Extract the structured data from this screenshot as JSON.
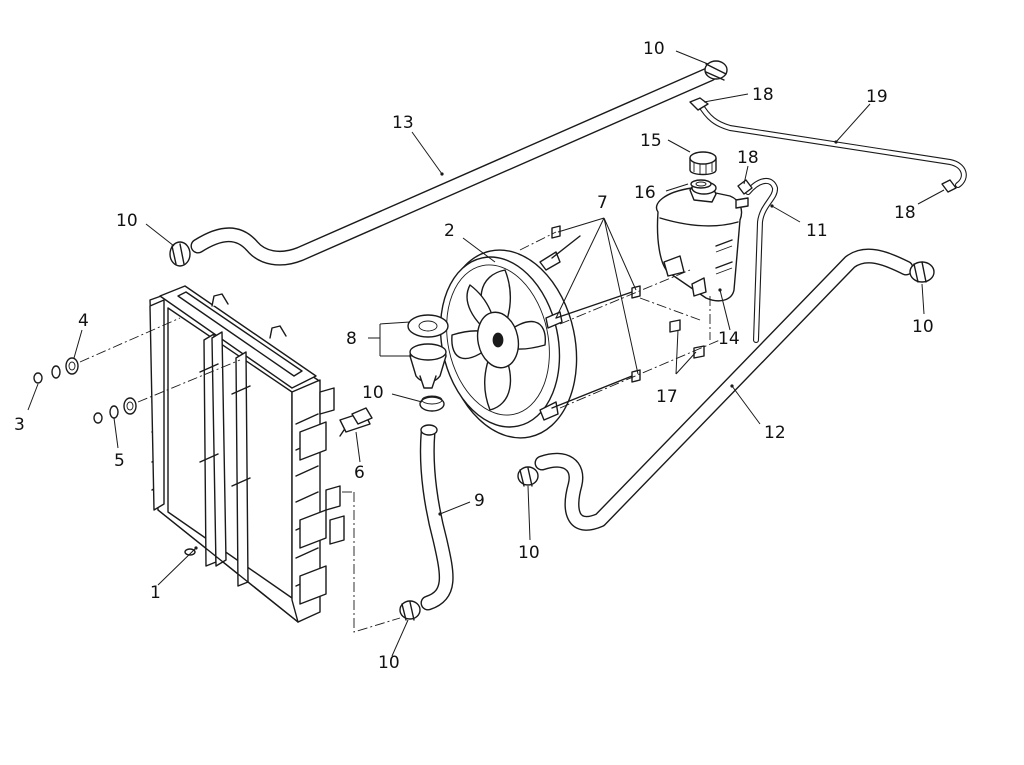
{
  "labels": {
    "l1": "1",
    "l2": "2",
    "l3": "3",
    "l4": "4",
    "l5": "5",
    "l6": "6",
    "l7": "7",
    "l8": "8",
    "l9": "9",
    "l10a": "10",
    "l10b": "10",
    "l10c": "10",
    "l10d": "10",
    "l10e": "10",
    "l10f": "10",
    "l11": "11",
    "l12": "12",
    "l13": "13",
    "l14": "14",
    "l15": "15",
    "l16": "16",
    "l17": "17",
    "l18a": "18",
    "l18b": "18",
    "l18c": "18",
    "l19": "19"
  },
  "colors": {
    "line": "#1a1a1a",
    "background": "#ffffff"
  }
}
